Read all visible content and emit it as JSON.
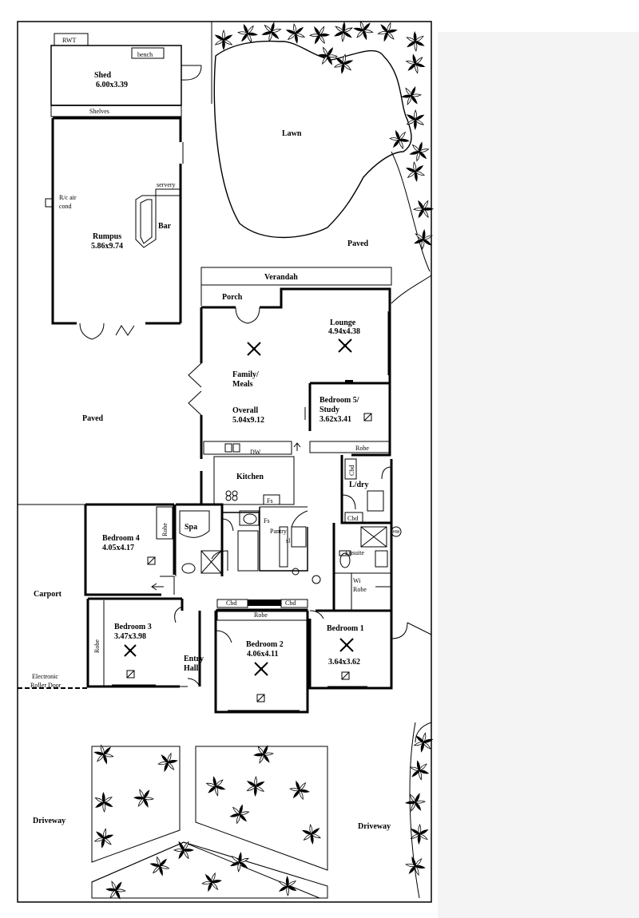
{
  "plan": {
    "labels": {
      "rwt": "RWT",
      "bench": "bench",
      "shed": "Shed",
      "shed_dim": "6.00x3.39",
      "shelves": "Shelves",
      "lawn": "Lawn",
      "paved_top": "Paved",
      "servery": "servery",
      "air_cond_1": "R/c air",
      "air_cond_2": "cond",
      "bar": "Bar",
      "rumpus": "Rumpus",
      "rumpus_dim": "5.86x9.74",
      "verandah": "Verandah",
      "porch": "Porch",
      "lounge": "Lounge",
      "lounge_dim": "4.94x4.38",
      "family_1": "Family/",
      "family_2": "Meals",
      "overall": "Overall",
      "overall_dim": "5.04x9.12",
      "bed5_1": "Bedroom 5/",
      "bed5_2": "Study",
      "bed5_dim": "3.62x3.41",
      "robe": "Robe",
      "paved_left": "Paved",
      "dw": "DW",
      "kitchen": "Kitchen",
      "cbd": "Cbd",
      "ldry": "L/dry",
      "fs": "Fs",
      "spa": "Spa",
      "pantry": "Pantry",
      "sl": "sl",
      "hw": "HW",
      "ensuite": "Ensuite",
      "wi_1": "Wi",
      "wi_2": "Robe",
      "bed4": "Bedroom 4",
      "bed4_dim": "4.05x4.17",
      "carport": "Carport",
      "bed3": "Bedroom 3",
      "bed3_dim": "3.47x3.98",
      "entry_1": "Entry",
      "entry_2": "Hall",
      "bed2": "Bedroom 2",
      "bed2_dim": "4.06x4.11",
      "bed1": "Bedroom 1",
      "bed1_dim": "3.64x3.62",
      "roller_1": "Electronic",
      "roller_2": "Roller Door",
      "driveway_left": "Driveway",
      "driveway_right": "Driveway"
    }
  }
}
